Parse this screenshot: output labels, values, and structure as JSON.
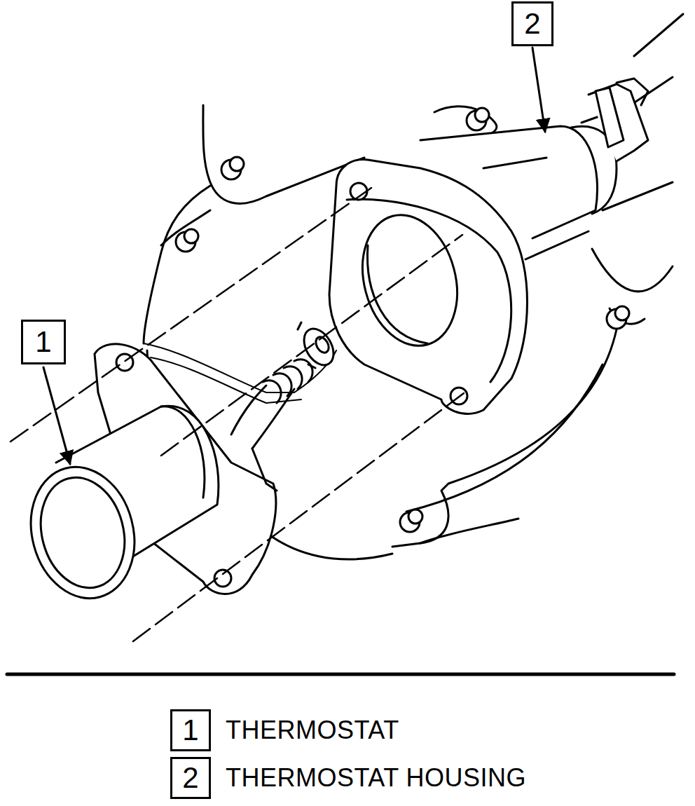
{
  "diagram": {
    "nodes": [
      {
        "text": [
          "2"
        ]
      },
      {
        "text": [
          "1"
        ]
      },
      {
        "text": [
          "1"
        ]
      },
      {
        "text": [
          "2"
        ]
      }
    ],
    "labels": [
      "THERMOSTAT",
      "THERMOSTAT HOUSING"
    ]
  }
}
